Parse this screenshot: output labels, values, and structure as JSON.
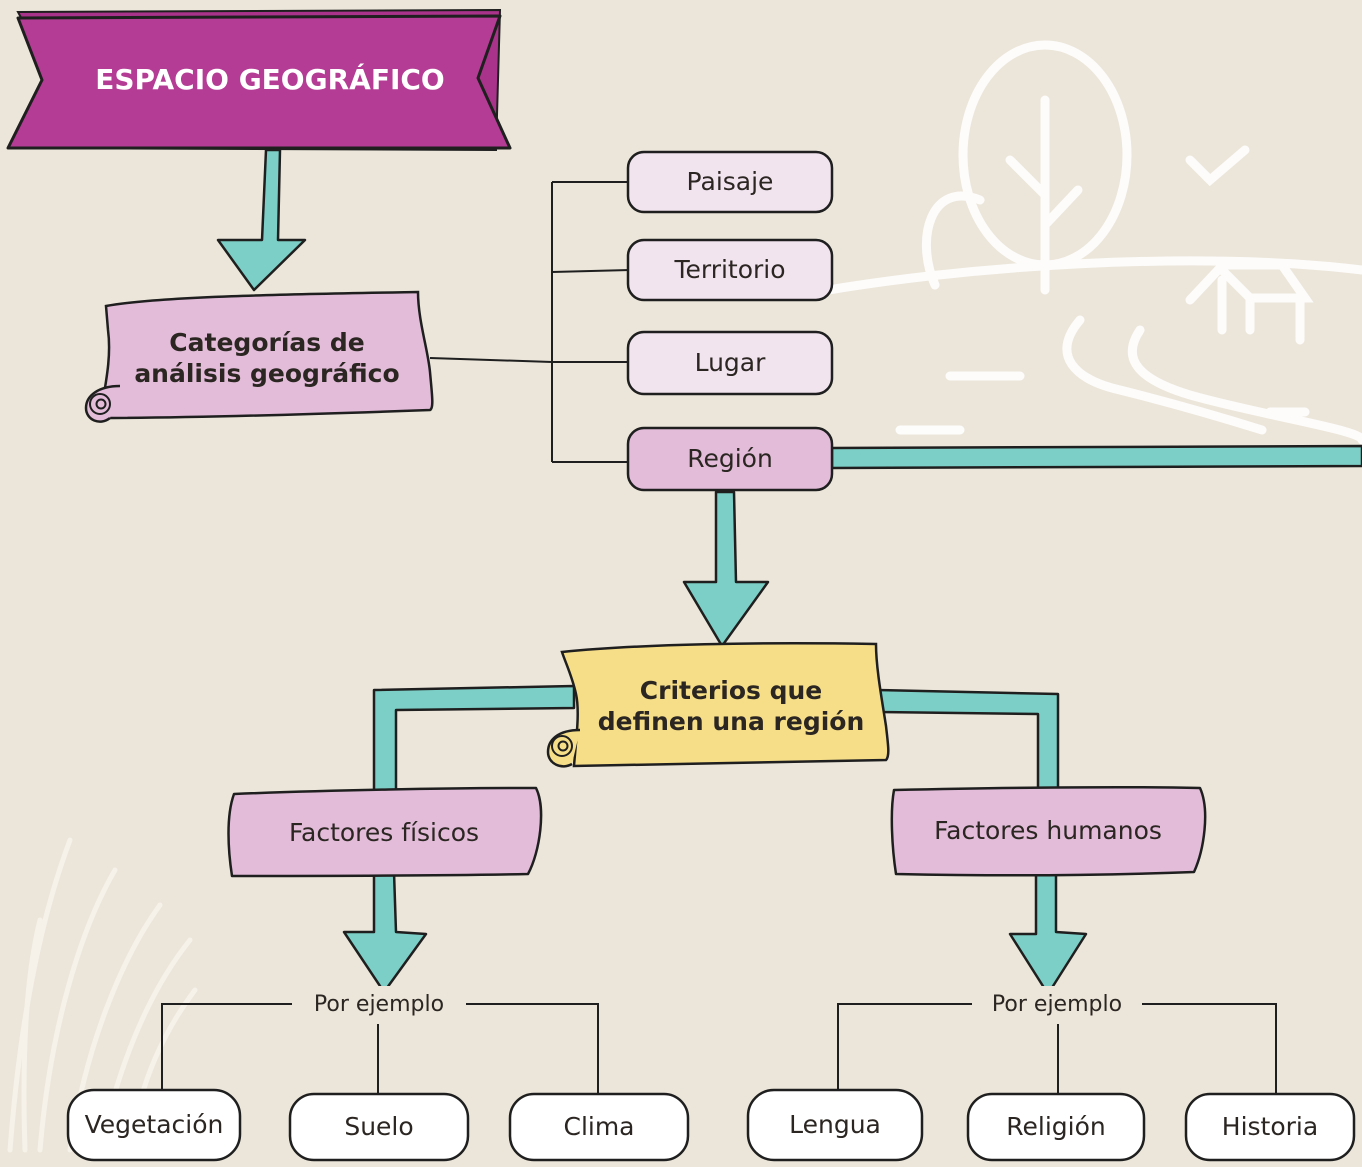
{
  "title": "ESPACIO GEOGRÁFICO",
  "categories_heading": "Categorías de análisis geográfico",
  "categories": [
    "Paisaje",
    "Territorio",
    "Lugar",
    "Región"
  ],
  "criteria_heading": "Criterios que definen una región",
  "physical": {
    "label": "Factores físicos",
    "example_label": "Por ejemplo",
    "examples": [
      "Vegetación",
      "Suelo",
      "Clima"
    ]
  },
  "human": {
    "label": "Factores humanos",
    "example_label": "Por ejemplo",
    "examples": [
      "Lengua",
      "Religión",
      "Historia"
    ]
  },
  "colors": {
    "background": "#ece6da",
    "title_banner": "#b43c94",
    "scroll_pink": "#e2bcd9",
    "scroll_yellow": "#f6de88",
    "box_light": "#f2e4ef",
    "box_selected": "#e2bcd9",
    "arrow_teal": "#7ccfc6",
    "outline": "#1f1f1f"
  }
}
